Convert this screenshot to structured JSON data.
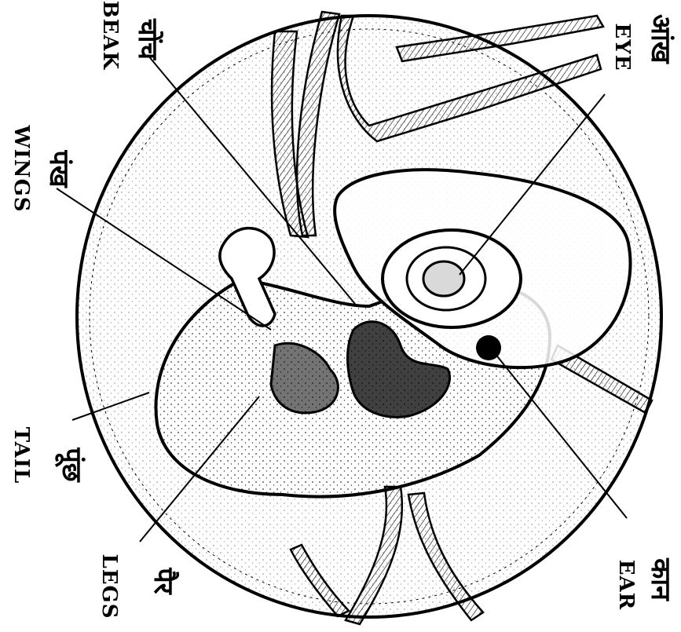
{
  "labels": {
    "beak": {
      "hindi": "चोंच",
      "english": "BEAK"
    },
    "wings": {
      "hindi": "पंख",
      "english": "WINGS"
    },
    "tail": {
      "hindi": "पूंछ",
      "english": "TAIL"
    },
    "legs": {
      "hindi": "पैर",
      "english": "LEGS"
    },
    "eye": {
      "hindi": "आंख",
      "english": "EYE"
    },
    "ear": {
      "hindi": "कान",
      "english": "EAR"
    }
  },
  "colors": {
    "ink": "#000000",
    "background": "#ffffff",
    "shade": "#d9d9d9"
  }
}
